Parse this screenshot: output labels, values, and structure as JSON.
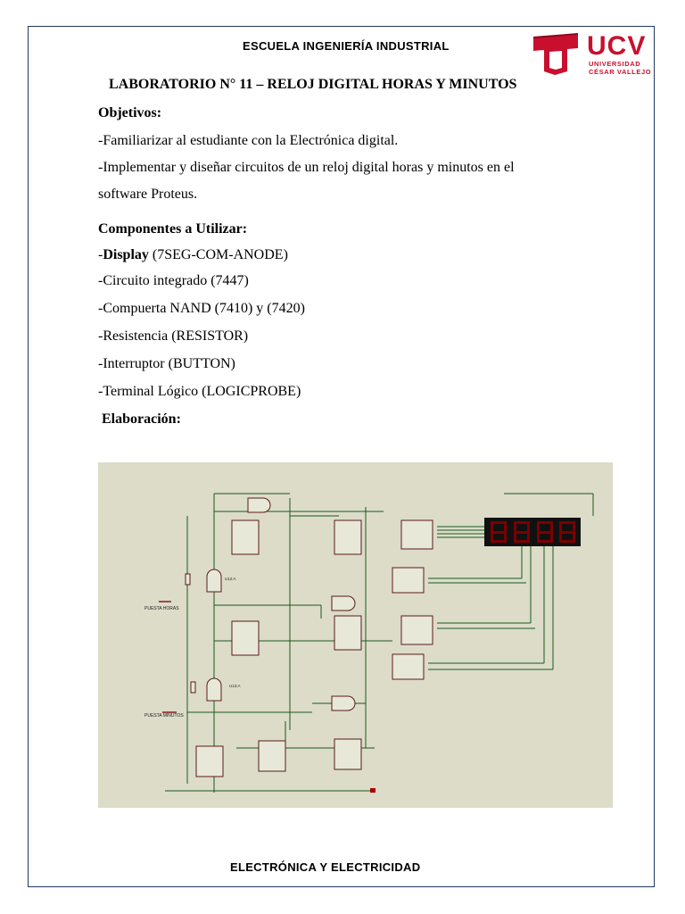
{
  "header": {
    "school": "ESCUELA INGENIERÍA INDUSTRIAL",
    "logo": {
      "acronym": "UCV",
      "line1": "UNIVERSIDAD",
      "line2": "CÉSAR VALLEJO",
      "brand_color": "#c8102e"
    }
  },
  "document": {
    "title": "LABORATORIO N° 11 – RELOJ DIGITAL HORAS Y MINUTOS",
    "objectives_heading": "Objetivos:",
    "objectives": [
      "-Familiarizar al estudiante con la Electrónica digital.",
      "-Implementar y diseñar circuitos de un reloj digital horas y minutos en el",
      "software Proteus."
    ],
    "components_heading": "Componentes a Utilizar:",
    "display_prefix": "-",
    "display_bold": "Display",
    "display_rest": " (7SEG-COM-ANODE)",
    "components": [
      "-Circuito integrado (7447)",
      "-Compuerta NAND (7410) y (7420)",
      "-Resistencia (RESISTOR)",
      "-Interruptor (BUTTON)",
      "-Terminal Lógico (LOGICPROBE)"
    ],
    "elaboration_heading": "Elaboración:"
  },
  "schematic": {
    "background_color": "#dcdcc9",
    "button_labels": [
      "PUESTA HORAS",
      "PUESTA MINUTOS"
    ],
    "gate_labels": [
      "U12:A",
      "U13:A"
    ]
  },
  "footer": {
    "text": "ELECTRÓNICA Y ELECTRICIDAD"
  }
}
